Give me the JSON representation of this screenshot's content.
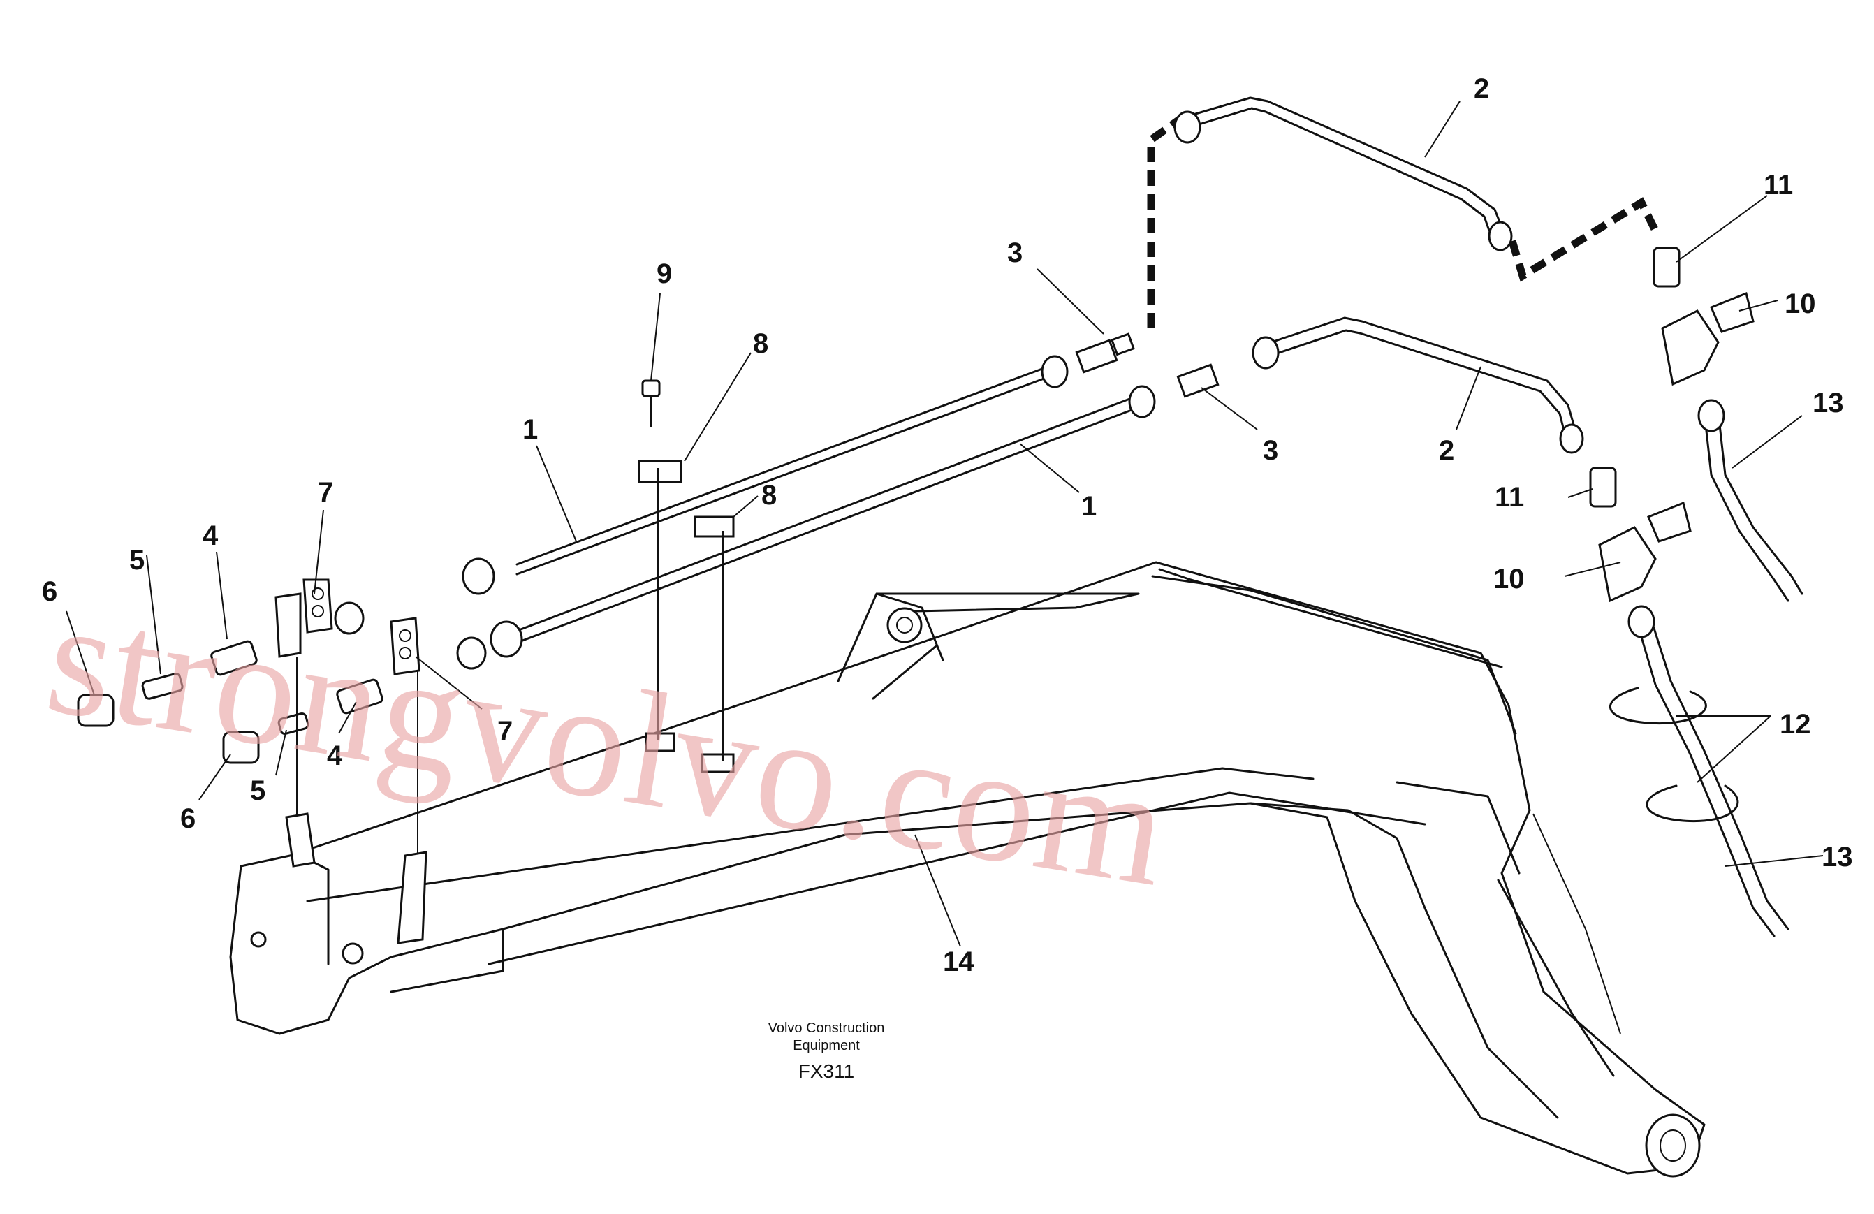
{
  "diagram": {
    "callouts": [
      {
        "id": "c1a",
        "label": "1"
      },
      {
        "id": "c1b",
        "label": "1"
      },
      {
        "id": "c2a",
        "label": "2"
      },
      {
        "id": "c2b",
        "label": "2"
      },
      {
        "id": "c3a",
        "label": "3"
      },
      {
        "id": "c3b",
        "label": "3"
      },
      {
        "id": "c4a",
        "label": "4"
      },
      {
        "id": "c4b",
        "label": "4"
      },
      {
        "id": "c5a",
        "label": "5"
      },
      {
        "id": "c5b",
        "label": "5"
      },
      {
        "id": "c6a",
        "label": "6"
      },
      {
        "id": "c6b",
        "label": "6"
      },
      {
        "id": "c7a",
        "label": "7"
      },
      {
        "id": "c7b",
        "label": "7"
      },
      {
        "id": "c8a",
        "label": "8"
      },
      {
        "id": "c8b",
        "label": "8"
      },
      {
        "id": "c9",
        "label": "9"
      },
      {
        "id": "c10a",
        "label": "10"
      },
      {
        "id": "c10b",
        "label": "10"
      },
      {
        "id": "c11a",
        "label": "11"
      },
      {
        "id": "c11b",
        "label": "11"
      },
      {
        "id": "c12",
        "label": "12"
      },
      {
        "id": "c13a",
        "label": "13"
      },
      {
        "id": "c13b",
        "label": "13"
      },
      {
        "id": "c14",
        "label": "14"
      }
    ],
    "caption": {
      "line1": "Volvo Construction",
      "line2": "Equipment",
      "code": "FX311"
    },
    "watermark": "strongvolvo.com"
  }
}
